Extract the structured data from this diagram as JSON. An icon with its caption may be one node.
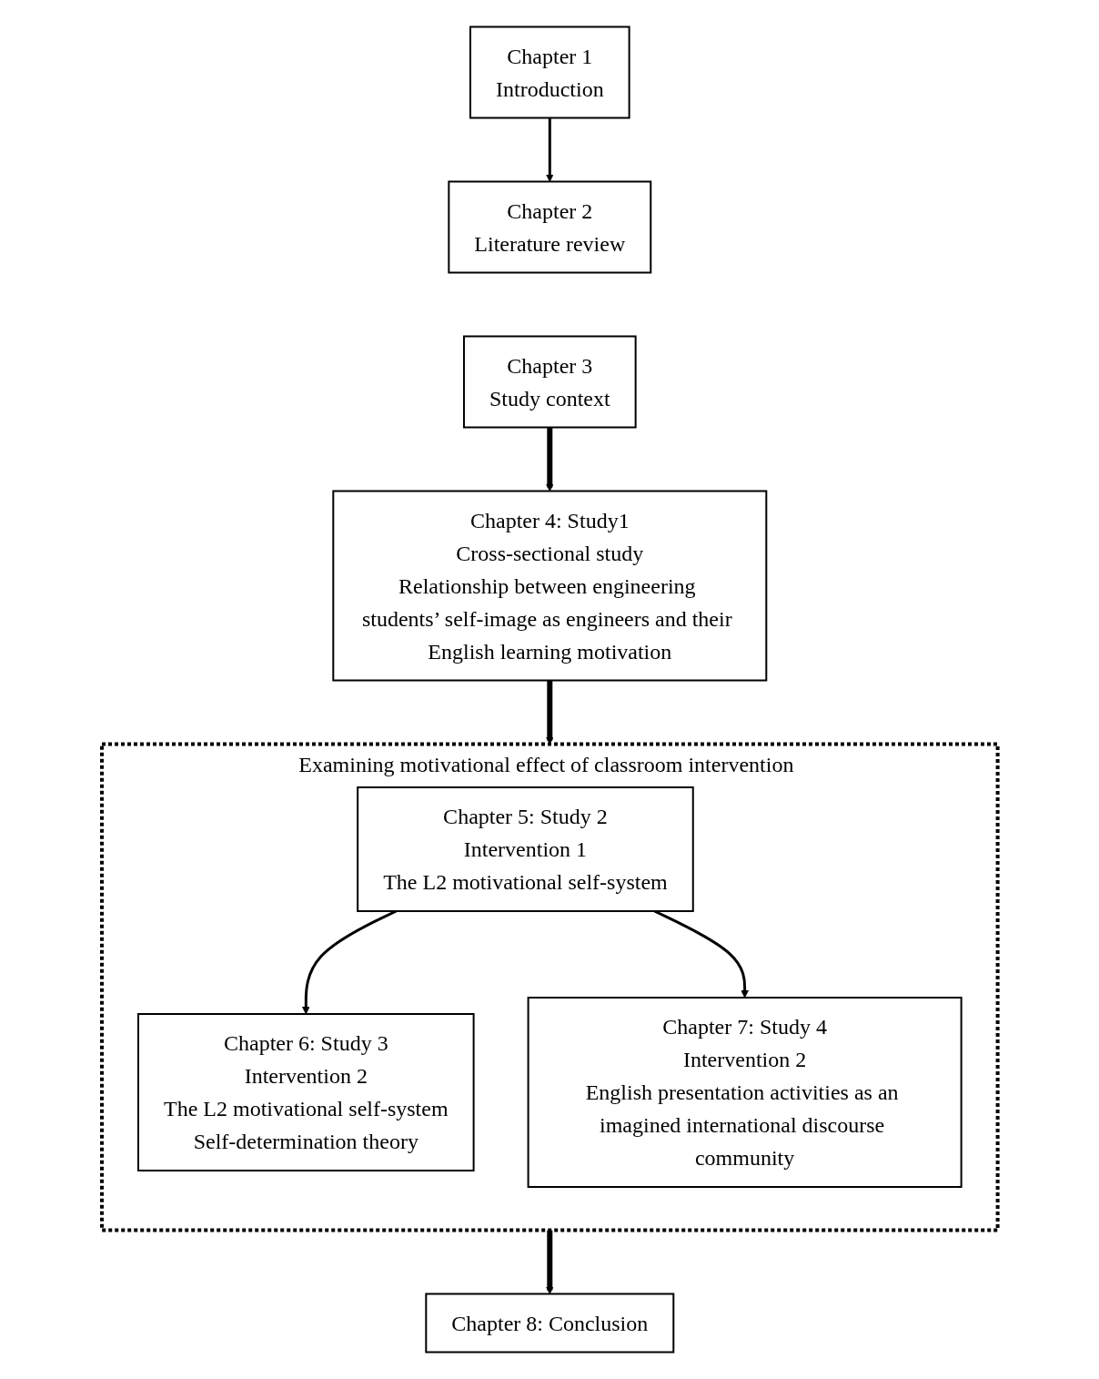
{
  "diagram": {
    "nodes": [
      {
        "text": [
          "Chapter 1",
          "Introduction"
        ]
      },
      {
        "text": [
          "Chapter 2",
          "Literature review"
        ]
      },
      {
        "text": [
          "Chapter 3",
          "Study context"
        ]
      },
      {
        "text": [
          "Chapter 4: Study1",
          "Cross-sectional study",
          "Relationship between engineering students’ self-image as engineers and their English learning motivation"
        ]
      },
      {
        "text": [
          "Examining motivational effect of classroom intervention"
        ]
      },
      {
        "text": [
          "Chapter 5: Study 2",
          "Intervention 1",
          "The L2 motivational self-system"
        ],
        "in": 4
      },
      {
        "text": [
          "Chapter 6: Study 3",
          "Intervention 2",
          "The L2 motivational self-system",
          "Self-determination theory"
        ],
        "in": 4
      },
      {
        "text": [
          "Chapter 7: Study 4",
          "Intervention 2",
          "English presentation activities as an imagined international discourse community"
        ],
        "in": 4
      },
      {
        "text": [
          "Chapter 8: Conclusion"
        ]
      }
    ],
    "edges": [
      {
        "from": 0,
        "to": 1,
        "arrow": "to"
      },
      {
        "from": 2,
        "to": 3,
        "arrow": "to",
        "style": "thick"
      },
      {
        "from": 3,
        "to": 4,
        "arrow": "to",
        "style": "thick"
      },
      {
        "from": 5,
        "to": 6,
        "arrow": "to"
      },
      {
        "from": 5,
        "to": 7,
        "arrow": "to"
      },
      {
        "from": 4,
        "to": 8,
        "arrow": "to",
        "style": "thick"
      }
    ]
  }
}
